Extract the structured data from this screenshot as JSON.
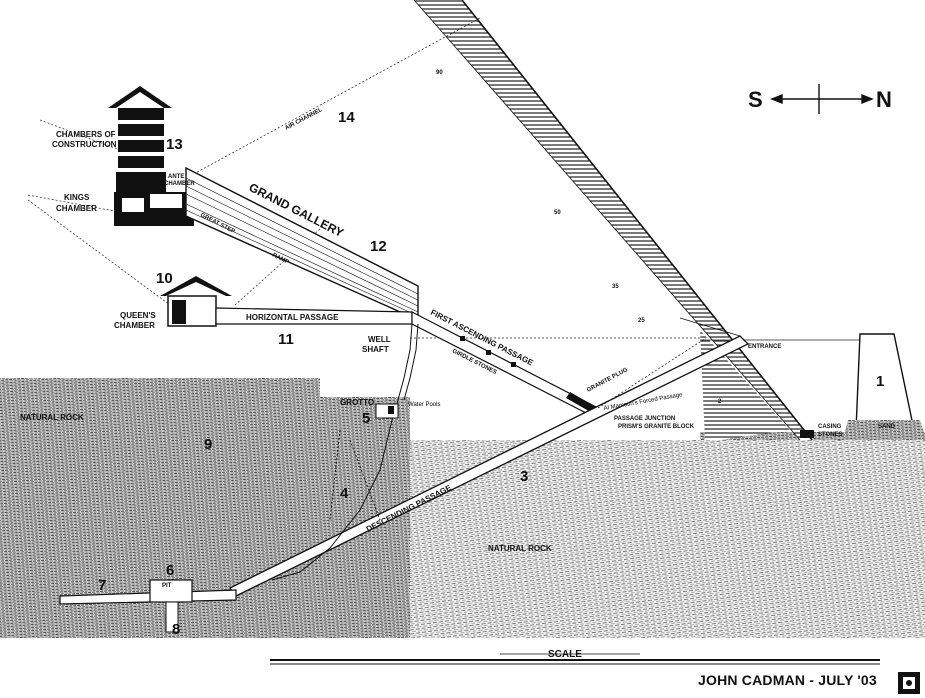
{
  "compass": {
    "south": "S",
    "north": "N"
  },
  "labels": {
    "chambers_of_construction_1": "CHAMBERS OF",
    "chambers_of_construction_2": "CONSTRUCTION",
    "kings_chamber_1": "KINGS",
    "kings_chamber_2": "CHAMBER",
    "ante_chamber_1": "ANTE",
    "ante_chamber_2": "CHAMBER",
    "air_channel": "AIR CHANNEL",
    "grand_gallery": "GRAND GALLERY",
    "great_step": "GREAT STEP",
    "ramp": "RAMP",
    "queens_chamber_1": "QUEEN'S",
    "queens_chamber_2": "CHAMBER",
    "horizontal_passage": "HORIZONTAL PASSAGE",
    "first_ascending_passage": "FIRST ASCENDING PASSAGE",
    "girdle_stones": "GIRDLE STONES",
    "well_shaft_1": "WELL",
    "well_shaft_2": "SHAFT",
    "grotto": "GROTTO",
    "water_pools": "Water Pools",
    "natural_rock_left": "NATURAL ROCK",
    "natural_rock_center": "NATURAL ROCK",
    "granite_plug": "GRANITE PLUG",
    "entrance": "ENTRANCE",
    "casing_stones_1": "CASING",
    "casing_stones_2": "STONES",
    "passage_junction": "PASSAGE JUNCTION",
    "prism_granite_block": "PRISM'S GRANITE BLOCK",
    "forced_passage": "Al Mamoun's Forced Passage",
    "descending_passage": "DESCENDING PASSAGE",
    "pit": "PIT",
    "sand": "SAND",
    "scale": "SCALE",
    "credit": "JOHN CADMAN - JULY '03"
  },
  "numbers": [
    "1",
    "2",
    "3",
    "4",
    "5",
    "6",
    "7",
    "8",
    "9",
    "10",
    "11",
    "12",
    "13",
    "14"
  ],
  "slope_marks": {
    "m90": "90",
    "m50": "50",
    "m35": "35",
    "m25": "25"
  },
  "colors": {
    "ink": "#111111",
    "paper": "#ffffff",
    "hatch": "#2a2a2a"
  }
}
